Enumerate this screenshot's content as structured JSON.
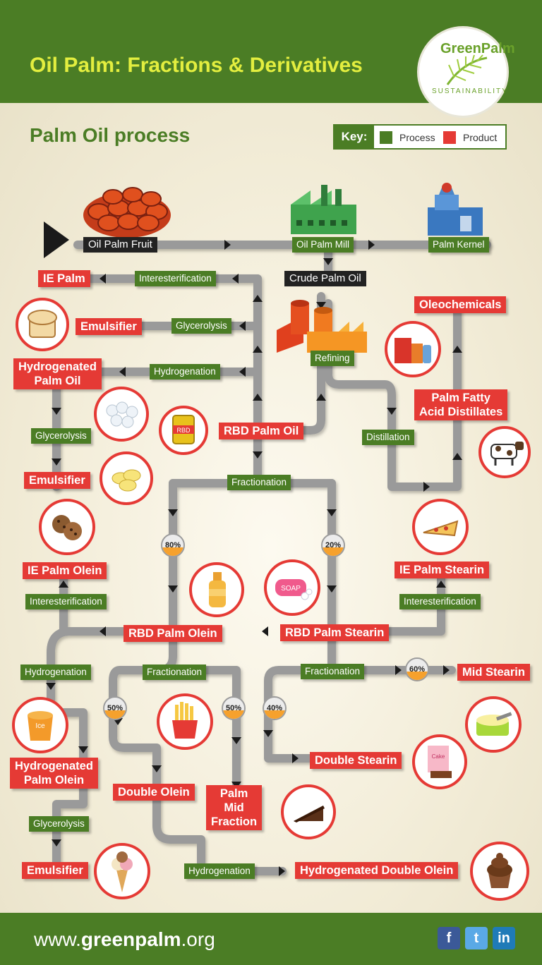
{
  "header": {
    "title": "Oil Palm: Fractions & Derivatives",
    "logo_name": "GreenPalm",
    "logo_tagline": "SUSTAINABILITY"
  },
  "section_title": "Palm Oil process",
  "key": {
    "label": "Key:",
    "process": "Process",
    "product": "Product",
    "process_color": "#4b7d25",
    "product_color": "#e53a35"
  },
  "nodes": {
    "oil_palm_fruit": "Oil Palm Fruit",
    "oil_palm_mill": "Oil Palm Mill",
    "palm_kernel": "Palm Kernel",
    "crude_palm_oil": "Crude Palm Oil"
  },
  "processes": {
    "interesterification_1": "Interesterification",
    "glycerolysis_1": "Glycerolysis",
    "hydrogenation_1": "Hydrogenation",
    "refining": "Refining",
    "glycerolysis_2": "Glycerolysis",
    "distillation": "Distillation",
    "fractionation_1": "Fractionation",
    "interesterification_2": "Interesterification",
    "interesterification_3": "Interesterification",
    "hydrogenation_2": "Hydrogenation",
    "fractionation_2": "Fractionation",
    "fractionation_3": "Fractionation",
    "glycerolysis_3": "Glycerolysis",
    "hydrogenation_3": "Hydrogenation"
  },
  "products": {
    "ie_palm": "IE Palm",
    "emulsifier_1": "Emulsifier",
    "hydrogenated_palm_oil": "Hydrogenated\nPalm Oil",
    "oleochemicals": "Oleochemicals",
    "rbd_palm_oil": "RBD Palm Oil",
    "pfad": "Palm Fatty\nAcid Distillates",
    "emulsifier_2": "Emulsifier",
    "ie_palm_olein": "IE Palm Olein",
    "ie_palm_stearin": "IE Palm Stearin",
    "rbd_palm_olein": "RBD Palm Olein",
    "rbd_palm_stearin": "RBD Palm Stearin",
    "mid_stearin": "Mid Stearin",
    "hydrogenated_palm_olein": "Hydrogenated\nPalm Olein",
    "double_stearin": "Double Stearin",
    "double_olein": "Double Olein",
    "palm_mid_fraction": "Palm\nMid\nFraction",
    "emulsifier_3": "Emulsifier",
    "hydrogenated_double_olein": "Hydrogenated Double Olein"
  },
  "splits": {
    "olein_share": "80%",
    "stearin_share": "20%",
    "double_olein_share": "50%",
    "mid_fraction_share": "50%",
    "double_stearin_share": "40%",
    "mid_stearin_share": "60%"
  },
  "icon_labels": {
    "rbd_can": "RBD",
    "soap": "SOAP",
    "ice": "Ice",
    "cake": "Cake"
  },
  "footer": {
    "url_prefix": "www.",
    "url_bold": "greenpalm",
    "url_suffix": ".org"
  }
}
